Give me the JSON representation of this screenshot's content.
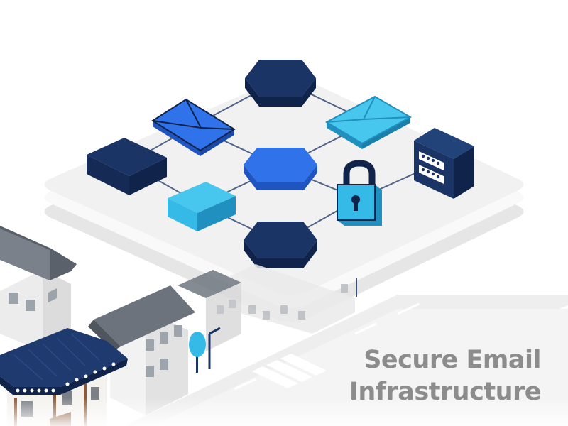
{
  "caption": {
    "line1": "Secure Email",
    "line2": "Infrastructure"
  },
  "palette": {
    "navy": "#1b3466",
    "navy_side": "#10234a",
    "blue": "#2f72e9",
    "blue_dark": "#1f55c0",
    "cyan": "#35b9e6",
    "cyan_dark": "#1f90c0",
    "platform": "#f1f1f1",
    "roof_grey": "#6d737c",
    "hanok_roof": "#1e3a6e",
    "text_grey": "#8c8c8c"
  },
  "nodes": [
    {
      "kind": "hexagon",
      "color": "navy",
      "icon": "hexagon-node-icon"
    },
    {
      "kind": "envelope",
      "color": "blue",
      "icon": "email-envelope-icon"
    },
    {
      "kind": "envelope",
      "color": "cyan",
      "icon": "email-envelope-icon"
    },
    {
      "kind": "block",
      "color": "navy",
      "icon": "storage-block-icon"
    },
    {
      "kind": "hexagon",
      "color": "blue",
      "icon": "hexagon-hub-icon"
    },
    {
      "kind": "server",
      "color": "navy",
      "icon": "server-icon"
    },
    {
      "kind": "block",
      "color": "cyan",
      "icon": "storage-block-icon"
    },
    {
      "kind": "padlock",
      "color": "cyan",
      "icon": "lock-icon"
    },
    {
      "kind": "hexagon",
      "color": "navy",
      "icon": "hexagon-node-icon"
    }
  ]
}
